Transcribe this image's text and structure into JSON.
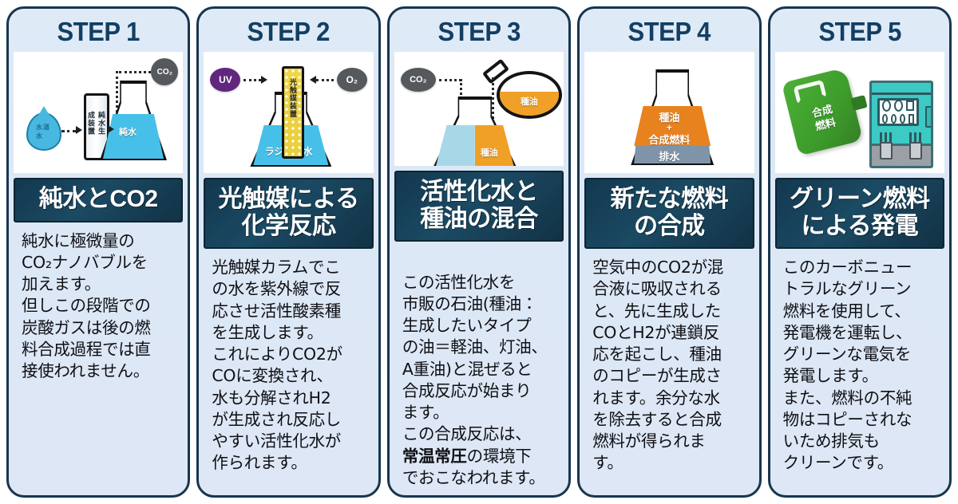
{
  "steps": [
    {
      "step_label": "STEP 1",
      "title": "純水とCO2",
      "body": "純水に極微量の\nCO₂ナノバブルを\n加えます。\n但しこの段階での\n炭酸ガスは後の燃\n料合成過程では直\n接使われません。",
      "illustration": {
        "name": "pure-water-co2-diagram",
        "labels": {
          "drop": "水道水",
          "device": "純水生成装置",
          "flask_liquid": "純水",
          "gas_badge": "CO₂"
        }
      }
    },
    {
      "step_label": "STEP 2",
      "title": "光触媒による\n化学反応",
      "body": "光触媒カラムでこ\nの水を紫外線で反\n応させ活性酸素種\nを生成します。\nこれによりCO2が\nCOに変換され、\n水も分解されH2\nが生成され反応し\nやすい活性化水が\n作られます。",
      "illustration": {
        "name": "photocatalyst-column-diagram",
        "labels": {
          "uv_badge": "UV",
          "o2_badge": "O₂",
          "column": "光触媒装置",
          "flask_liquid": "ラジカル水"
        }
      }
    },
    {
      "step_label": "STEP 3",
      "title": "活性化水と\n種油の混合",
      "body": "この活性化水を\n市販の石油(種油：\n生成したいタイプ\nの油＝軽油、灯油、\nA重油)と混ぜると\n合成反応が始まり\nます。\nこの合成反応は、\n常温常圧の環境下\nでおこなわれます。",
      "body_bold": "常温常圧",
      "illustration": {
        "name": "water-oil-mixing-diagram",
        "labels": {
          "gas_badge": "CO₂",
          "pour_flask": "種油",
          "beaker_oil": "種油"
        }
      }
    },
    {
      "step_label": "STEP 4",
      "title": "新たな燃料\nの合成",
      "body": "空気中のCO2が混\n合液に吸収される\nと、先に生成した\nCOとH2が連鎖反\n応を起こし、種油\nのコピーが生成さ\nれます。余分な水\nを除去すると合成\n燃料が得られま\nす。",
      "illustration": {
        "name": "fuel-synthesis-beaker",
        "labels": {
          "oil_layer_1": "種油",
          "oil_layer_plus": "+",
          "oil_layer_2": "合成燃料",
          "water_layer": "排水"
        }
      }
    },
    {
      "step_label": "STEP 5",
      "title": "グリーン燃料\nによる発電",
      "body": "このカーボニュー\nトラルなグリーン\n燃料を使用して、\n発電機を運転し、\nグリーンな電気を\n発電します。\nまた、燃料の不純\n物はコピーされな\nいため排気も\nクリーンです。",
      "illustration": {
        "name": "green-fuel-power-generation",
        "labels": {
          "can_line1": "合成",
          "can_line2": "燃料"
        }
      }
    }
  ],
  "colors": {
    "card_border": "#17354f",
    "card_bg": "#dde8f6",
    "step_head": "#123f63",
    "title_band": "#12384f",
    "water_blue": "#46c0e8",
    "oil_orange": "#f0a026",
    "drain_gray": "#7f94a8",
    "fuel_green": "#4caf36",
    "generator_teal": "#3dc9c4",
    "catalyst_yellow": "#efd64a",
    "uv_purple": "#61267e",
    "gas_gray": "#55585c"
  }
}
